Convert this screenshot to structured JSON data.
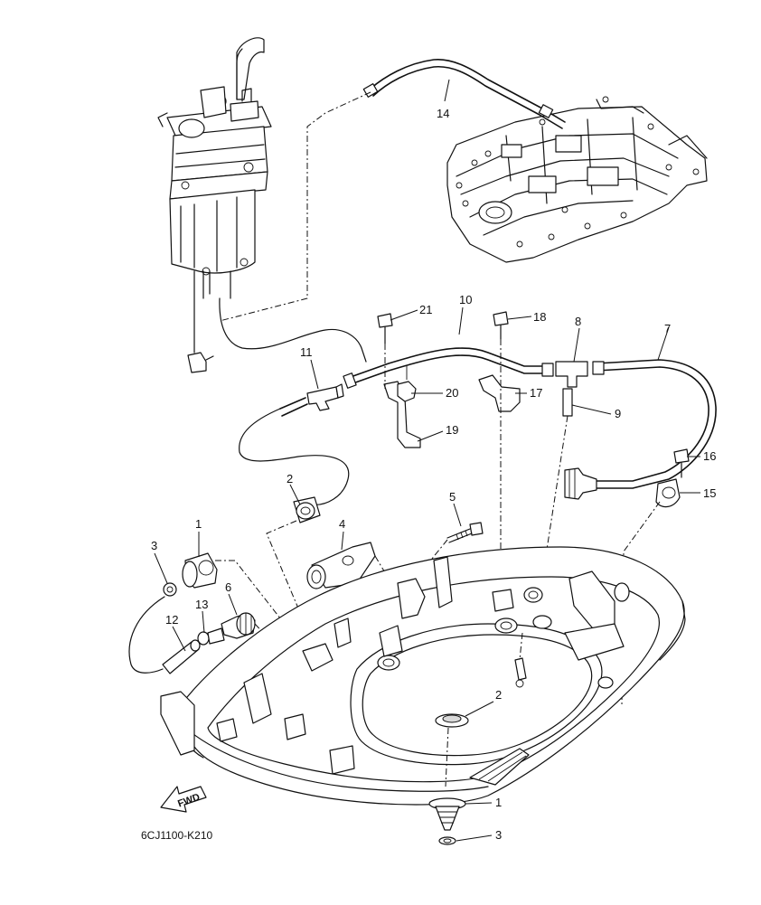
{
  "diagram_code": "6CJ1100-K210",
  "fwd_label": "FWD",
  "callouts": {
    "c1a": "1",
    "c1b": "1",
    "c2a": "2",
    "c2b": "2",
    "c3a": "3",
    "c3b": "3",
    "c4": "4",
    "c5": "5",
    "c6": "6",
    "c7": "7",
    "c8": "8",
    "c9": "9",
    "c10": "10",
    "c11": "11",
    "c12": "12",
    "c13": "13",
    "c14": "14",
    "c15": "15",
    "c16": "16",
    "c17": "17",
    "c18": "18",
    "c19": "19",
    "c20": "20",
    "c21": "21"
  }
}
